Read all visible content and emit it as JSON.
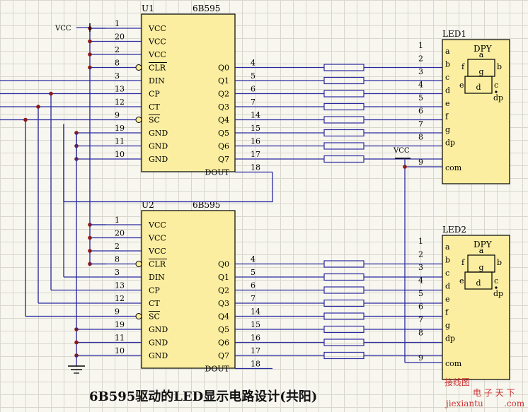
{
  "caption": "6B595驱动的LED显示电路设计(共阳)",
  "watermark": {
    "line1": "接线图",
    "line2": "jiexiantu",
    "line3": "电 子 天 下",
    "line4": ".com"
  },
  "colors": {
    "wire": "#2a2aa0",
    "chip_fill": "#fbeea0",
    "led_fill": "#fbeea0",
    "junction": "#8a1a1a",
    "resistor": "#2a2aa0"
  },
  "vcc_label": "VCC",
  "chips": [
    {
      "ref": "U1",
      "part": "6B595",
      "left_pins": [
        {
          "num": "1",
          "name": "VCC"
        },
        {
          "num": "20",
          "name": "VCC"
        },
        {
          "num": "2",
          "name": "VCC"
        },
        {
          "num": "8",
          "name": "CLR"
        },
        {
          "num": "3",
          "name": "DIN"
        },
        {
          "num": "13",
          "name": "CP"
        },
        {
          "num": "12",
          "name": "CT"
        },
        {
          "num": "9",
          "name": "SC"
        },
        {
          "num": "19",
          "name": "GND"
        },
        {
          "num": "11",
          "name": "GND"
        },
        {
          "num": "10",
          "name": "GND"
        }
      ],
      "right_pins": [
        {
          "num": "4",
          "name": "Q0"
        },
        {
          "num": "5",
          "name": "Q1"
        },
        {
          "num": "6",
          "name": "Q2"
        },
        {
          "num": "7",
          "name": "Q3"
        },
        {
          "num": "14",
          "name": "Q4"
        },
        {
          "num": "15",
          "name": "Q5"
        },
        {
          "num": "16",
          "name": "Q6"
        },
        {
          "num": "17",
          "name": "Q7"
        },
        {
          "num": "18",
          "name": "DOUT"
        }
      ]
    },
    {
      "ref": "U2",
      "part": "6B595",
      "left_pins": [
        {
          "num": "1",
          "name": "VCC"
        },
        {
          "num": "20",
          "name": "VCC"
        },
        {
          "num": "2",
          "name": "VCC"
        },
        {
          "num": "8",
          "name": "CLR"
        },
        {
          "num": "3",
          "name": "DIN"
        },
        {
          "num": "13",
          "name": "CP"
        },
        {
          "num": "12",
          "name": "CT"
        },
        {
          "num": "9",
          "name": "SC"
        },
        {
          "num": "19",
          "name": "GND"
        },
        {
          "num": "11",
          "name": "GND"
        },
        {
          "num": "10",
          "name": "GND"
        }
      ],
      "right_pins": [
        {
          "num": "4",
          "name": "Q0"
        },
        {
          "num": "5",
          "name": "Q1"
        },
        {
          "num": "6",
          "name": "Q2"
        },
        {
          "num": "7",
          "name": "Q3"
        },
        {
          "num": "14",
          "name": "Q4"
        },
        {
          "num": "15",
          "name": "Q5"
        },
        {
          "num": "16",
          "name": "Q6"
        },
        {
          "num": "17",
          "name": "Q7"
        },
        {
          "num": "18",
          "name": "DOUT"
        }
      ]
    }
  ],
  "leds": [
    {
      "ref": "LED1",
      "type": "DPY",
      "pins": [
        {
          "num": "1",
          "name": "a"
        },
        {
          "num": "2",
          "name": "b"
        },
        {
          "num": "3",
          "name": "c"
        },
        {
          "num": "4",
          "name": "d"
        },
        {
          "num": "5",
          "name": "e"
        },
        {
          "num": "6",
          "name": "f"
        },
        {
          "num": "7",
          "name": "g"
        },
        {
          "num": "8",
          "name": "dp"
        }
      ],
      "com": {
        "num": "9",
        "name": "com"
      },
      "segment_labels": {
        "a": "a",
        "b": "b",
        "c": "c",
        "d": "d",
        "e": "e",
        "f": "f",
        "g": "g",
        "dp": "dp"
      }
    },
    {
      "ref": "LED2",
      "type": "DPY",
      "pins": [
        {
          "num": "1",
          "name": "a"
        },
        {
          "num": "2",
          "name": "b"
        },
        {
          "num": "3",
          "name": "c"
        },
        {
          "num": "4",
          "name": "d"
        },
        {
          "num": "5",
          "name": "e"
        },
        {
          "num": "6",
          "name": "f"
        },
        {
          "num": "7",
          "name": "g"
        },
        {
          "num": "8",
          "name": "dp"
        }
      ],
      "com": {
        "num": "9",
        "name": "com"
      },
      "segment_labels": {
        "a": "a",
        "b": "b",
        "c": "c",
        "d": "d",
        "e": "e",
        "f": "f",
        "g": "g",
        "dp": "dp"
      }
    }
  ]
}
